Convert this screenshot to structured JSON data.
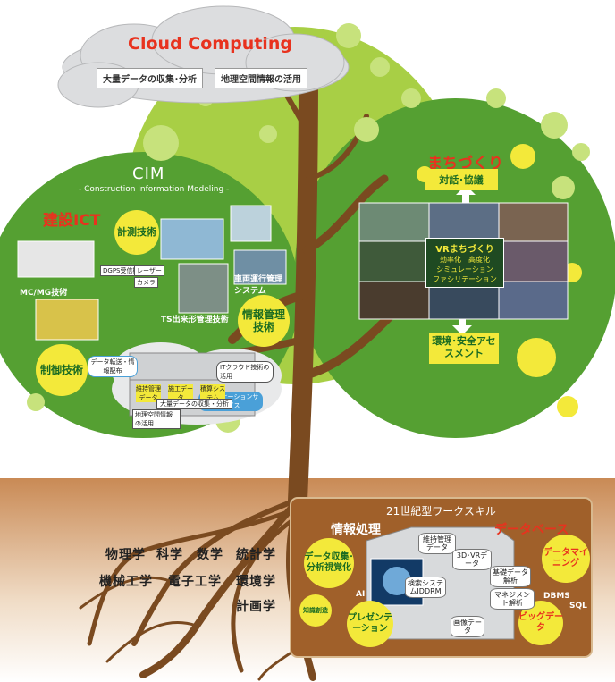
{
  "cloud": {
    "title": "Cloud Computing",
    "box1": "大量データの収集･分析",
    "box2": "地理空間情報の活用"
  },
  "cim": {
    "title": "CIM",
    "subtitle": "- Construction Information Modeling -",
    "ict_title": "建設ICT",
    "keisoku": "計測技術",
    "seigyo": "制御技術",
    "joho_kanri": "情報管理技術",
    "mcmg": "MC/MG技術",
    "ts": "TS出来形管理技術",
    "sharyo": "車両運行管理システム",
    "dgps": "DGPS受信機",
    "laser": "レーザー",
    "camera": "カメラ",
    "data_transfer": "データ転送・情報配布",
    "it_cloud": "ITクラウド技術の活用",
    "app_service": "アプリケーションサービス",
    "big_data": "大量データの収集・分析",
    "geo": "地理空間情報の活用",
    "srv1": "維持管理データ",
    "srv2": "施工データ",
    "srv3": "積算システム"
  },
  "machi": {
    "title": "まちづくり",
    "taiwa": "対話･協議",
    "vr_title": "VRまちづくり",
    "vr_line1": "効率化　高度化",
    "vr_line2": "シミュレーション",
    "vr_line3": "ファシリテーション",
    "kankyo": "環境･安全アセスメント"
  },
  "roots": {
    "row1": [
      "物理学",
      "科学",
      "数学",
      "統計学"
    ],
    "row2": [
      "機械工学",
      "電子工学",
      "環境学"
    ],
    "row3": "計画学"
  },
  "skills": {
    "title": "21世紀型ワークスキル",
    "joho_shori": "情報処理",
    "database": "データベース",
    "c_collect": "データ収集･分析視覚化",
    "c_chishiki": "知識創造",
    "c_present": "プレゼンテーション",
    "c_mining": "データマイニング",
    "c_bigdata": "ビッグデータ",
    "ai": "AI",
    "dbms": "DBMS",
    "sql": "SQL",
    "db_ijikanri": "維持管理データ",
    "db_3dvr": "3D･VRデータ",
    "db_kensaku": "検索システムIDDRM",
    "db_kiban": "基礎データ解析",
    "db_manage": "マネジメント解析",
    "db_gazo": "画像データ"
  },
  "colors": {
    "tree_light": "#a8cf45",
    "tree_dark": "#55a032",
    "trunk": "#7a4a20",
    "ground": "#c98a55",
    "skill_box": "#a0602a",
    "yellow": "#f3e93a",
    "red": "#e8321e"
  }
}
